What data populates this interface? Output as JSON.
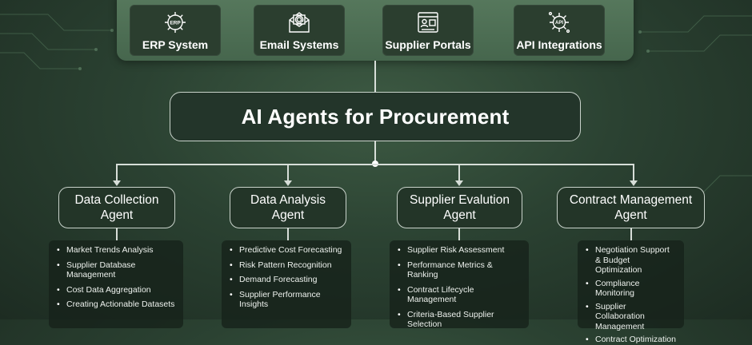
{
  "sources": [
    {
      "label": "ERP System",
      "icon": "erp-gear-icon"
    },
    {
      "label": "Email Systems",
      "icon": "email-icon"
    },
    {
      "label": "Supplier Portals",
      "icon": "supplier-portal-icon"
    },
    {
      "label": "API Integrations",
      "icon": "api-gear-icon"
    }
  ],
  "icon_text": {
    "erp": "ERP",
    "api": "API"
  },
  "main_title": "AI Agents for Procurement",
  "agents": [
    {
      "name_line1": "Data Collection",
      "name_line2": "Agent",
      "items": [
        "Market Trends Analysis",
        "Supplier Database Management",
        "Cost Data Aggregation",
        "Creating Actionable Datasets"
      ]
    },
    {
      "name_line1": "Data Analysis",
      "name_line2": "Agent",
      "items": [
        "Predictive Cost Forecasting",
        "Risk Pattern Recognition",
        "Demand Forecasting",
        "Supplier Performance Insights"
      ]
    },
    {
      "name_line1": "Supplier Evalution",
      "name_line2": "Agent",
      "items": [
        "Supplier Risk Assessment",
        "Performance Metrics & Ranking",
        "Contract Lifecycle Management",
        "Criteria-Based Supplier Selection"
      ]
    },
    {
      "name_line1": "Contract Management",
      "name_line2": "Agent",
      "items": [
        "Negotiation Support & Budget Optimization",
        "Compliance Monitoring",
        "Supplier Collaboration Management",
        "Contract Optimization"
      ]
    }
  ],
  "colors": {
    "background": "#2b4232",
    "panel": "#4f7055",
    "tile": "#2b3e2f",
    "border": "#c9d3cb"
  }
}
